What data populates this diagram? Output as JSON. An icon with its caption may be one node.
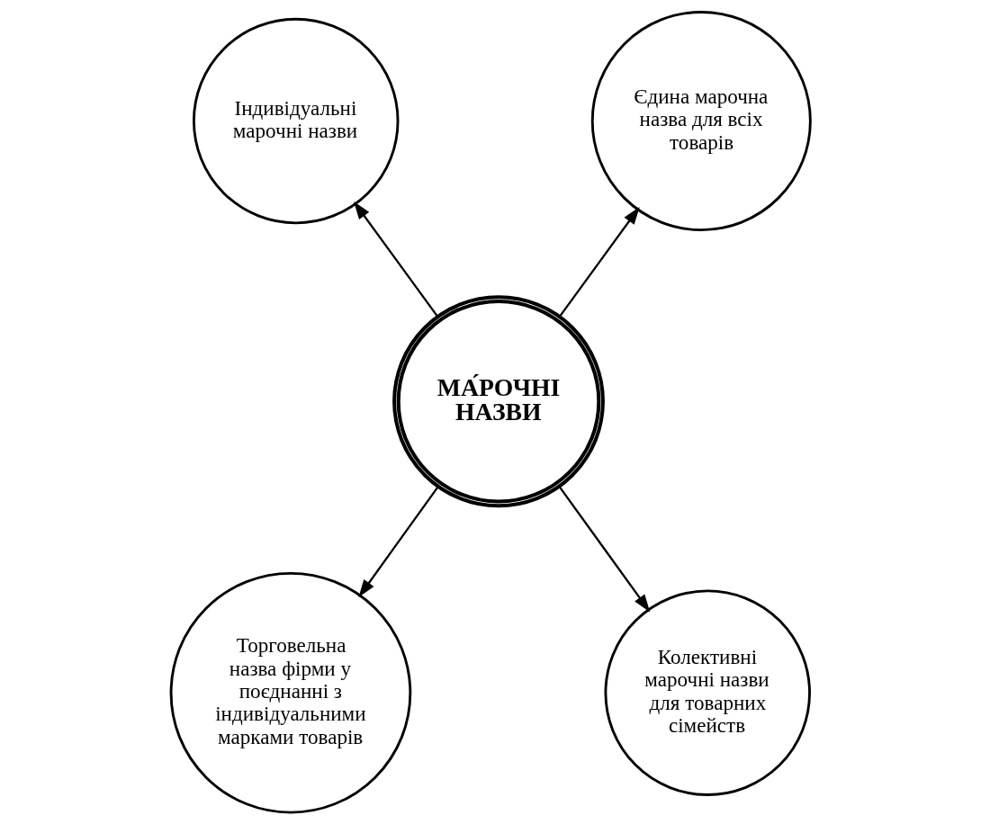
{
  "diagram": {
    "nodes": [
      {
        "text": [
          "Індивідуальні марочні назви"
        ]
      },
      {
        "text": [
          "Єдина марочна назва для всіх товарів"
        ]
      },
      {
        "text": [
          "МА́РОЧНІ НАЗВИ"
        ]
      },
      {
        "text": [
          "Торговельна назва фірми у поєднанні з індивідуальними марками товарів"
        ]
      },
      {
        "text": [
          "Колективні марочні назви для товарних сімейств"
        ]
      }
    ],
    "edges": [
      {
        "from": 2,
        "to": 0,
        "arrow": "to"
      },
      {
        "from": 2,
        "to": 1,
        "arrow": "to"
      },
      {
        "from": 2,
        "to": 3,
        "arrow": "to"
      },
      {
        "from": 2,
        "to": 4,
        "arrow": "to"
      }
    ]
  }
}
